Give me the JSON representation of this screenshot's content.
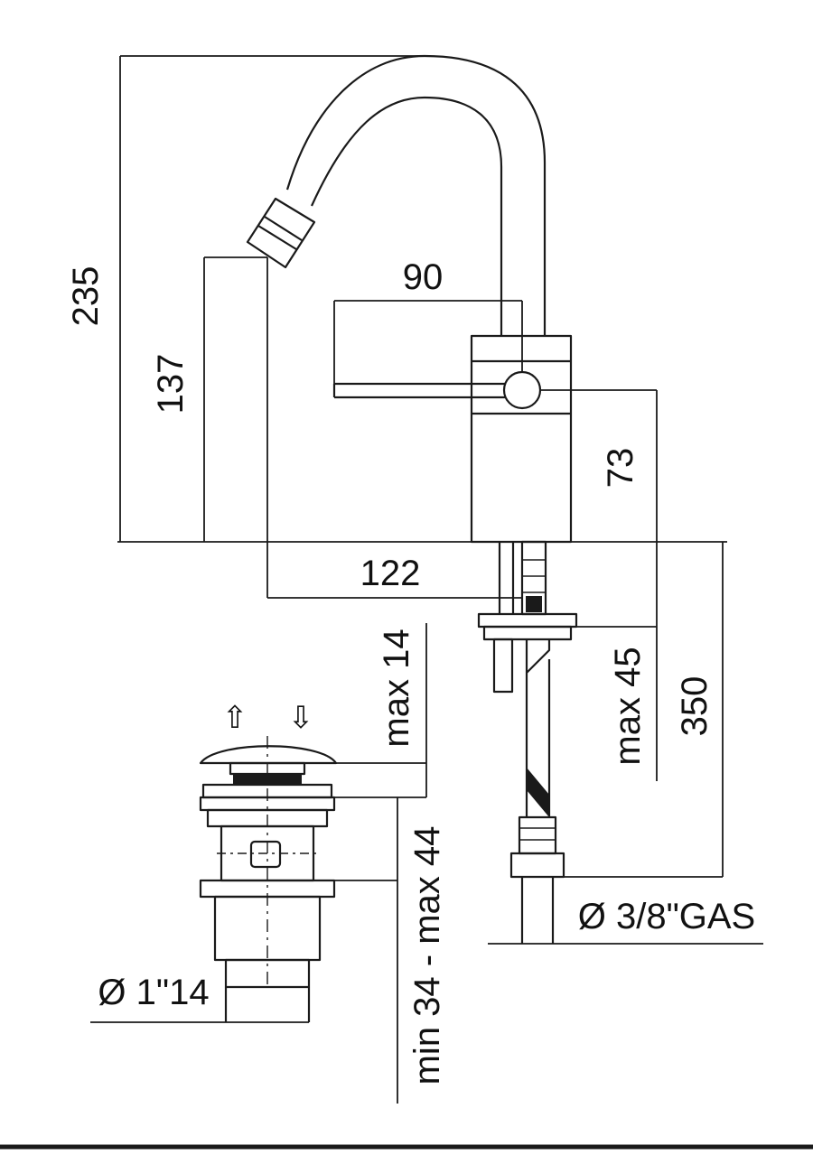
{
  "dimensions": {
    "overall_height": "235",
    "spout_height": "137",
    "handle_length": "90",
    "body_height": "73",
    "spout_reach": "122",
    "max_plate": "max 14",
    "max_deck": "max 45",
    "hose_length": "350",
    "connection": "Ø 3/8\"GAS",
    "waste_range": "min 34 - max 44",
    "waste_thread": "Ø 1\"14"
  },
  "symbols": {
    "up_arrow": "⇧",
    "down_arrow": "⇩"
  }
}
